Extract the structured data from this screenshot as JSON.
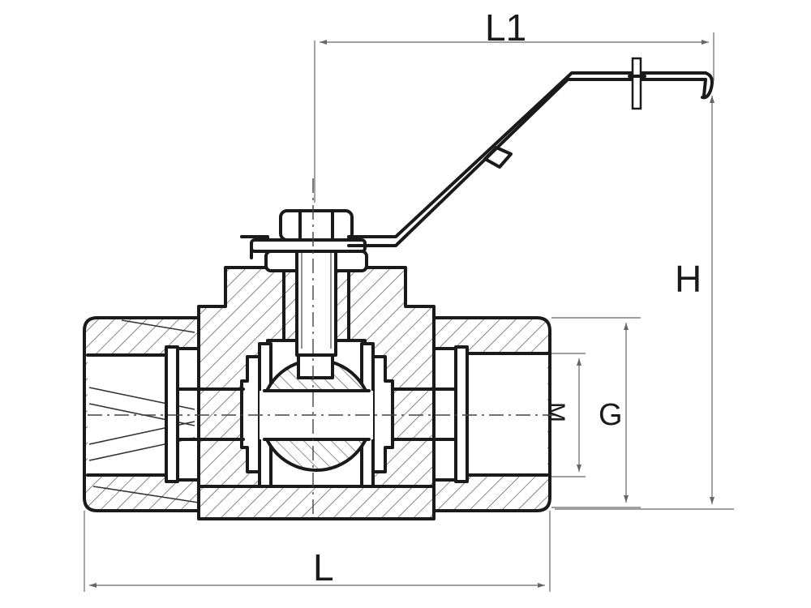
{
  "dimensions": {
    "L1": "L1",
    "H": "H",
    "G": "G",
    "M": "M",
    "L": "L"
  },
  "colors": {
    "line": "#1a1a1a",
    "background": "#ffffff",
    "dimension": "#666666"
  }
}
